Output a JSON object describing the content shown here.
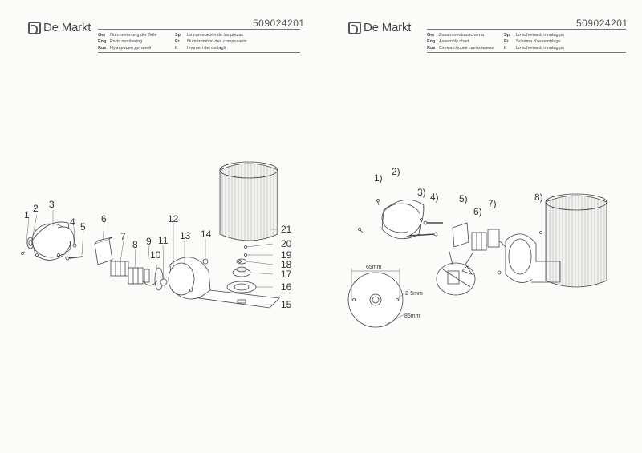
{
  "brand": {
    "name": "De Markt"
  },
  "article_number": "509024201",
  "left_page": {
    "header": {
      "col1": [
        {
          "code": "Ger",
          "text": "Nummerierung der Teile"
        },
        {
          "code": "Eng",
          "text": "Parts numbering"
        },
        {
          "code": "Rus",
          "text": "Нумерация деталей"
        }
      ],
      "col2": [
        {
          "code": "Sp",
          "text": "La numeración de las piezas"
        },
        {
          "code": "Fr",
          "text": "Numérotation des composants"
        },
        {
          "code": "It",
          "text": "I numeri dei dettagli"
        }
      ]
    },
    "labels": {
      "n1": "1",
      "n2": "2",
      "n3": "3",
      "n4": "4",
      "n5": "5",
      "n6": "6",
      "n7": "7",
      "n8": "8",
      "n9": "9",
      "n10": "10",
      "n11": "11",
      "n12": "12",
      "n13": "13",
      "n14": "14",
      "n15": "15",
      "n16": "16",
      "n17": "17",
      "n18": "18",
      "n19": "19",
      "n20": "20",
      "n21": "21"
    }
  },
  "right_page": {
    "header": {
      "col1": [
        {
          "code": "Ger",
          "text": "Zusammenbauschema"
        },
        {
          "code": "Eng",
          "text": "Assembly chart"
        },
        {
          "code": "Rus",
          "text": "Схема сборки светильника"
        }
      ],
      "col2": [
        {
          "code": "Sp",
          "text": "Lo schema di montaggio"
        },
        {
          "code": "Fr",
          "text": "Schéma d'assemblage"
        },
        {
          "code": "It",
          "text": "Lo schema di montaggio"
        }
      ]
    },
    "steps": {
      "s1": "1)",
      "s2": "2)",
      "s3": "3)",
      "s4": "4)",
      "s5": "5)",
      "s6": "6)",
      "s7": "7)",
      "s8": "8)"
    },
    "dimensions": {
      "width": "65mm",
      "gap": "2-5mm",
      "height": "85mm"
    }
  }
}
